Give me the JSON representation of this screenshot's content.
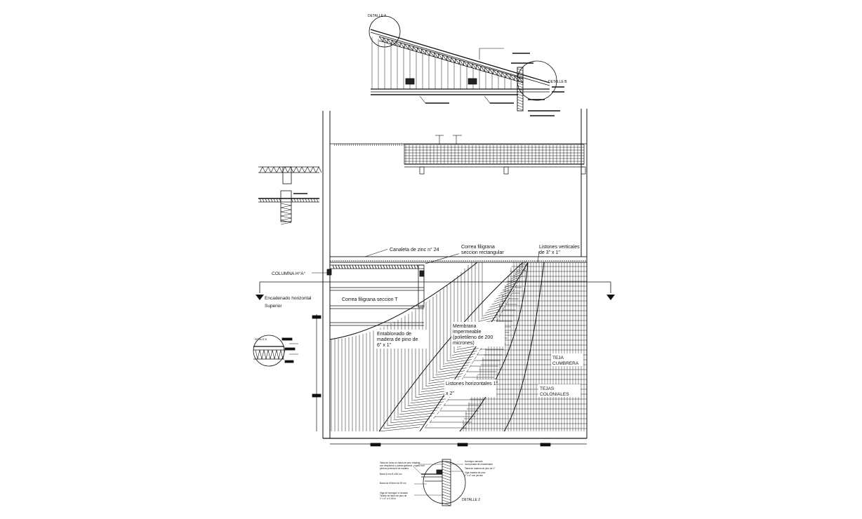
{
  "labels": {
    "detalle_a_top": "DETALLE A",
    "detalle_b_top": "DETALLE B",
    "detalle_b_small": "DETALLE B",
    "detalle_2": "DETALLE 2",
    "columna": "COLUMNA H°A°",
    "encadenado_1": "Encadenado horizontal",
    "encadenado_2": "Superior",
    "canaleta": "Canaleta de zinc n° 24",
    "correa_rect_1": "Correa filigrana",
    "correa_rect_2": "seccion rectangular",
    "listones_vert_1": "Listones verticales",
    "listones_vert_2": "de  3\"  x  1\"",
    "correa_t": "Correa filigrana seccion T",
    "entablonado_1": "Entablonado de",
    "entablonado_2": "madera de pino de",
    "entablonado_3": "6\"  x  1\"",
    "membrana_1": "Membrana",
    "membrana_2": "impermeable",
    "membrana_3": "(polietileno de 200",
    "membrana_4": "micrones)",
    "listones_horiz_1": "Listones horizontales  1\"",
    "listones_horiz_2": "x  2\"",
    "teja_cumbrera_1": "TEJA",
    "teja_cumbrera_2": "CUMBRERA",
    "teja_colonial_1": "TEJAS",
    "teja_colonial_2": "COLONIALES",
    "d2_note_1": "Tabla de fondo en listón de pino rebatida",
    "d2_note_2": "con desplazos o puntas galvaniz. y lijado con",
    "d2_note_3": "pintura protectora de madera",
    "d2_note_4": "Barra 6 mm 8 c/30 cm",
    "d2_note_5": "Barra de Ø 8mm de 50 cm",
    "d2_note_6": "Viga de hormigon c/ armado",
    "d2_note_7": "Tirante de listón de pino de",
    "d2_note_8": "1\" x 4\" c/ 0.50 m",
    "d2_note_9": "Hormigon armado",
    "d2_note_10": "Incorporada de encadenado",
    "d2_note_11": "Tabla de madera de pino de 1\"",
    "d2_note_12": "Viga madera de pino",
    "d2_note_13": "2\" x 4\" con pernos"
  },
  "colors": {
    "line": "#111111",
    "fill_dark": "#222222",
    "background": "#ffffff"
  }
}
